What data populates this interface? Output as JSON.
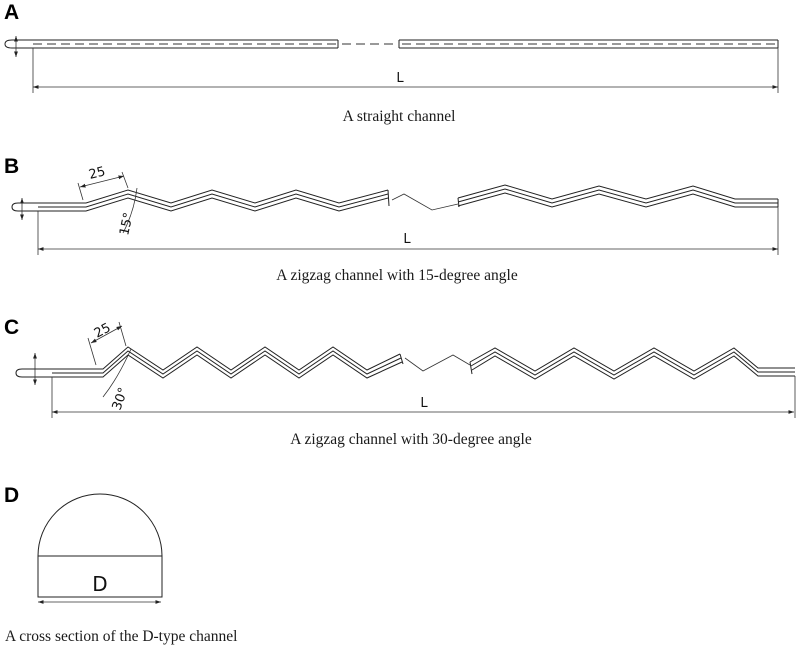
{
  "panels": [
    {
      "id": "A",
      "caption": "A straight channel",
      "length_label": "L"
    },
    {
      "id": "B",
      "caption": "A zigzag channel with 15-degree angle",
      "length_label": "L",
      "segment_label": "25",
      "angle_label": "15°"
    },
    {
      "id": "C",
      "caption": "A zigzag channel with 30-degree angle",
      "length_label": "L",
      "segment_label": "25",
      "angle_label": "30°"
    },
    {
      "id": "D",
      "caption": "A cross section of the D-type channel",
      "dim_label": "D"
    }
  ]
}
